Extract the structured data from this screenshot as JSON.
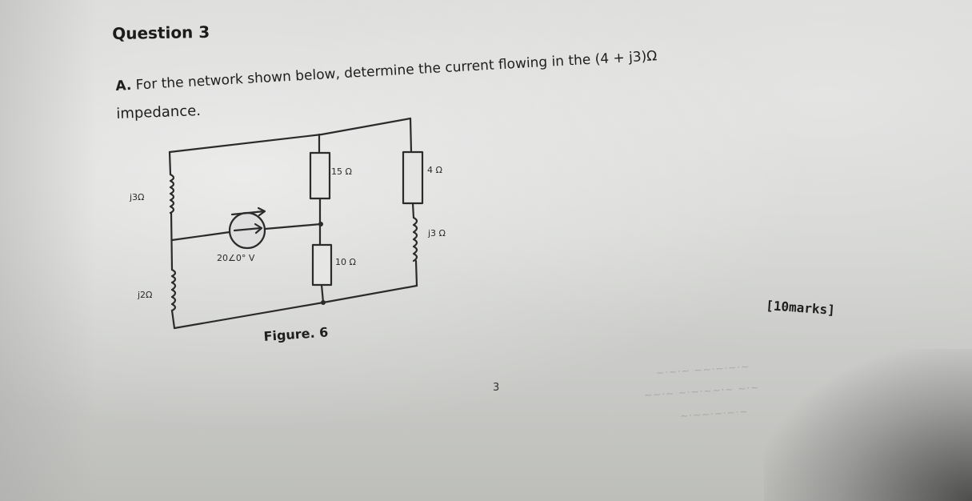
{
  "question": {
    "title": "Question 3",
    "part_label": "A.",
    "text_line1": "For the network shown below, determine the current flowing in the (4 + j3)Ω",
    "text_line2": "impedance.",
    "marks": "[10marks]",
    "page_number": "3"
  },
  "figure": {
    "caption": "Figure. 6",
    "labels": {
      "left_upper_inductor": "j3Ω",
      "left_lower_inductor": "j2Ω",
      "mid_upper_resistor": "15 Ω",
      "mid_lower_resistor": "10 Ω",
      "right_resistor": "4 Ω",
      "right_inductor": "j3 Ω",
      "source": "20∠0° V"
    }
  }
}
